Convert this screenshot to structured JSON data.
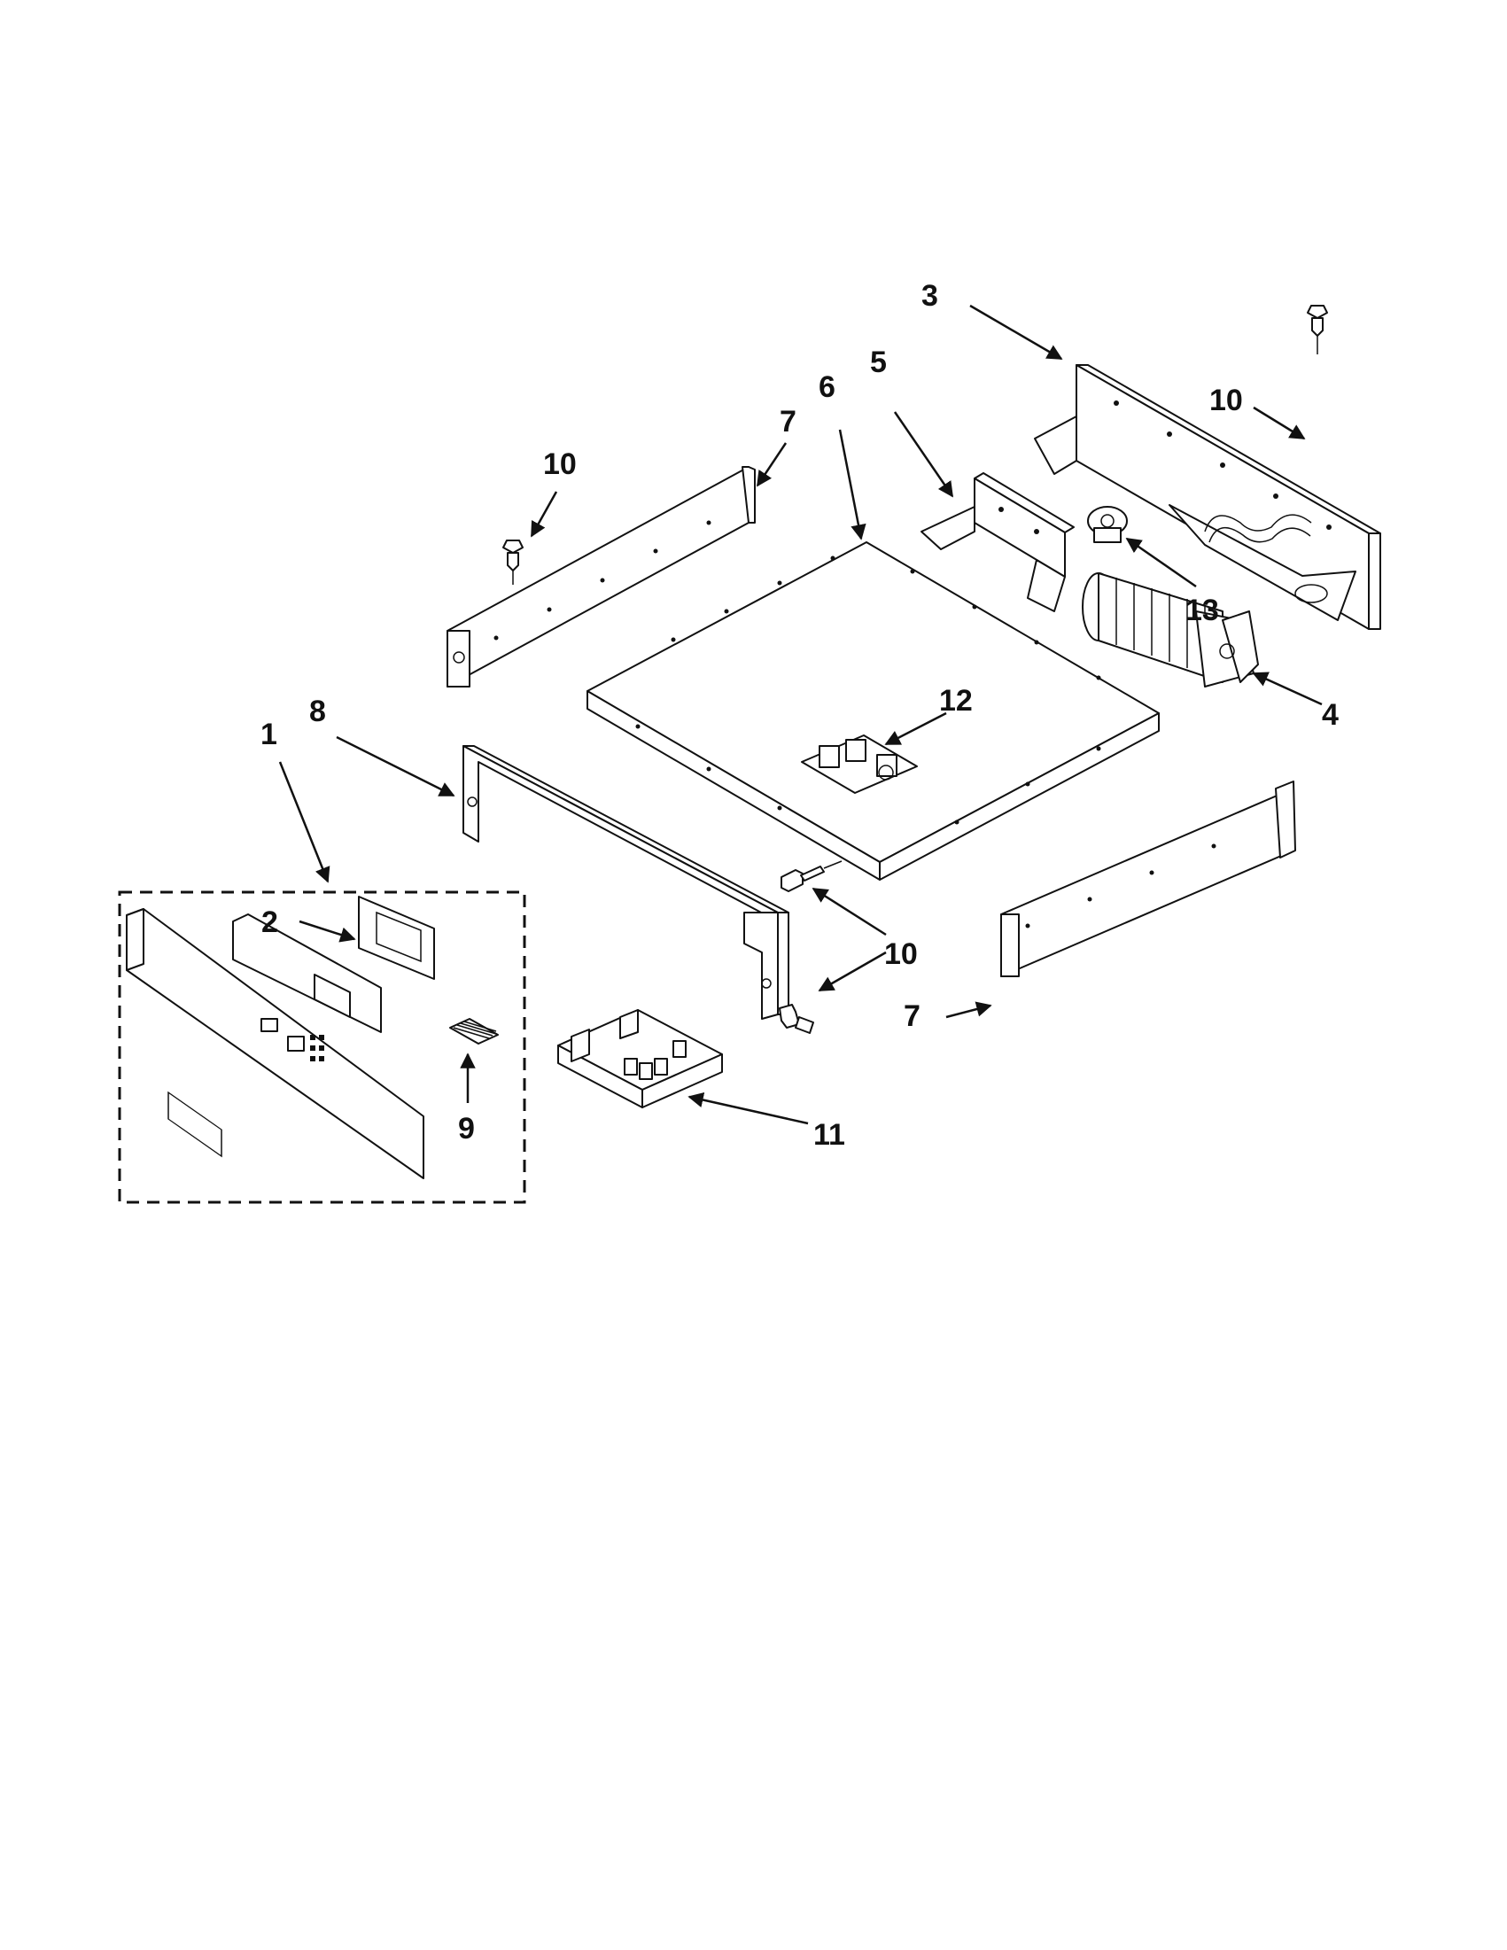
{
  "diagram": {
    "labels": {
      "l1": "1",
      "l2": "2",
      "l3": "3",
      "l4": "4",
      "l5": "5",
      "l6": "6",
      "l7a": "7",
      "l7b": "7",
      "l8": "8",
      "l9": "9",
      "l10a": "10",
      "l10b": "10",
      "l10c": "10",
      "l11": "11",
      "l12": "12",
      "l13": "13"
    }
  }
}
